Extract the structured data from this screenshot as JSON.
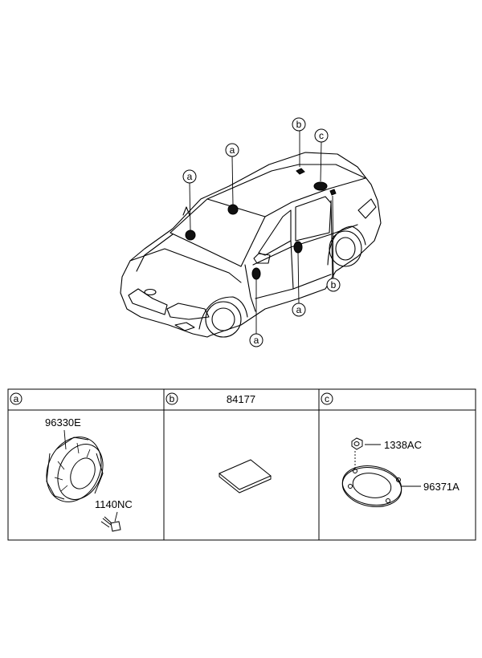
{
  "callouts": {
    "front_roof": "a",
    "mid_roof": "a",
    "rear_shelf_pad": "b",
    "rear_speaker": "c",
    "rear_door": "a",
    "front_door": "a",
    "c_pillar": "b"
  },
  "table": {
    "panels": [
      {
        "letter": "a",
        "header_text": ""
      },
      {
        "letter": "b",
        "header_text": "84177"
      },
      {
        "letter": "c",
        "header_text": ""
      }
    ],
    "parts": {
      "speaker_part": "96330E",
      "screw_part": "1140NC",
      "nut_part": "1338AC",
      "bracket_part": "96371A"
    }
  }
}
